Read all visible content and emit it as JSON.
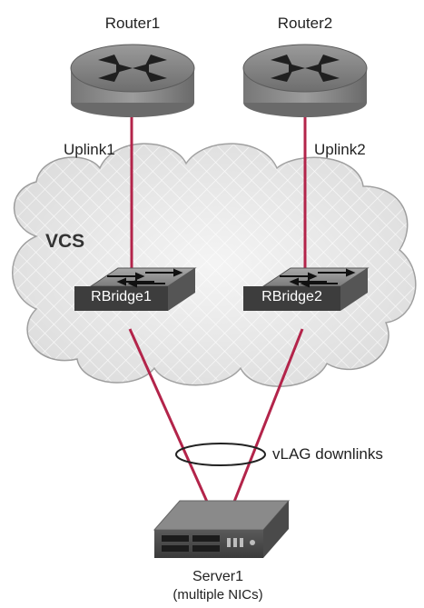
{
  "diagram": {
    "routers": [
      {
        "label": "Router1"
      },
      {
        "label": "Router2"
      }
    ],
    "uplinks": [
      {
        "label": "Uplink1"
      },
      {
        "label": "Uplink2"
      }
    ],
    "fabric": {
      "label": "VCS"
    },
    "rbridges": [
      {
        "label": "RBridge1"
      },
      {
        "label": "RBridge2"
      }
    ],
    "downlink_label": "vLAG downlinks",
    "server": {
      "label": "Server1",
      "sublabel": "(multiple NICs)"
    },
    "colors": {
      "link": "#b3244a",
      "cloud_fill": "#d8d8d8",
      "cloud_stroke": "#9a9a9a",
      "device_dark": "#4a4a4a",
      "device_mid": "#8c8c8c",
      "label_box": "#3d3d3d"
    },
    "icons": [
      "router-icon",
      "switch-icon",
      "server-icon",
      "cloud-shape"
    ]
  }
}
